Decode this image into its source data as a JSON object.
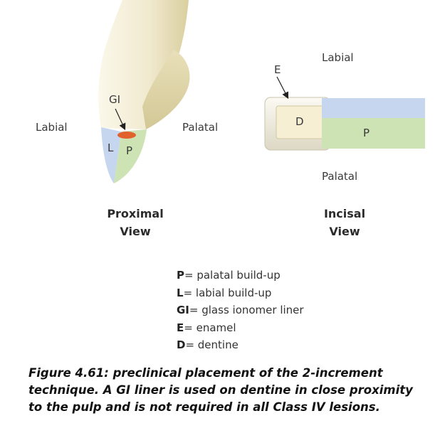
{
  "proximal": {
    "labial": "Labial",
    "palatal": "Palatal",
    "gi": "GI",
    "l": "L",
    "p": "P",
    "title_line1": "Proximal",
    "title_line2": "View"
  },
  "incisal": {
    "labial": "Labial",
    "palatal": "Palatal",
    "e": "E",
    "d": "D",
    "p": "P",
    "title_line1": "Incisal",
    "title_line2": "View"
  },
  "legend": [
    {
      "key": "P",
      "text": "= palatal build-up"
    },
    {
      "key": "L",
      "text": "= labial build-up"
    },
    {
      "key": "GI",
      "text": "= glass ionomer liner"
    },
    {
      "key": "E",
      "text": "= enamel"
    },
    {
      "key": "D",
      "text": "= dentine"
    }
  ],
  "caption": "Figure 4.61: preclinical placement of the 2-increment technique. A GI liner is used on dentine in close proximity to the pulp and is not required in all Class IV lesions.",
  "colors": {
    "labial_buildup": "#c5d6ee",
    "palatal_buildup": "#cde3b4",
    "gi_liner": "#e2622d",
    "tooth_light": "#f7f2dc",
    "tooth_dark": "#dcd3a6"
  }
}
